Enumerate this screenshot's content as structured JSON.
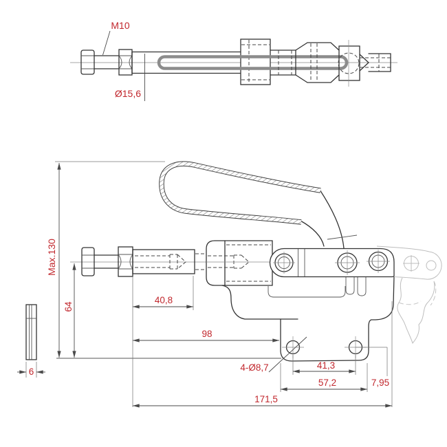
{
  "drawing": {
    "title": "push-pull toggle clamp technical drawing",
    "views": {
      "top": "spindle and slide assembly top view",
      "front": "clamp side elevation with phantom open-handle position",
      "side": "base plate edge view"
    },
    "colors": {
      "dimension_text": "#c1272d",
      "outline": "#333333",
      "hidden_line": "#444444",
      "phantom": "#bdbdbd",
      "slot": "#8c8c8c",
      "background": "#ffffff"
    },
    "labels": {
      "thread": "M10",
      "plunger_diameter": "Ø15,6",
      "max_height": "Max.130",
      "centerline_height": "64",
      "plunger_length": "40,8",
      "body_length": "98",
      "mounting_holes": "4-Ø8,7",
      "hole_spacing": "41,3",
      "hole_span": "57,2",
      "edge_offset": "7,95",
      "overall_length": "171,5",
      "plate_thickness": "6"
    }
  }
}
